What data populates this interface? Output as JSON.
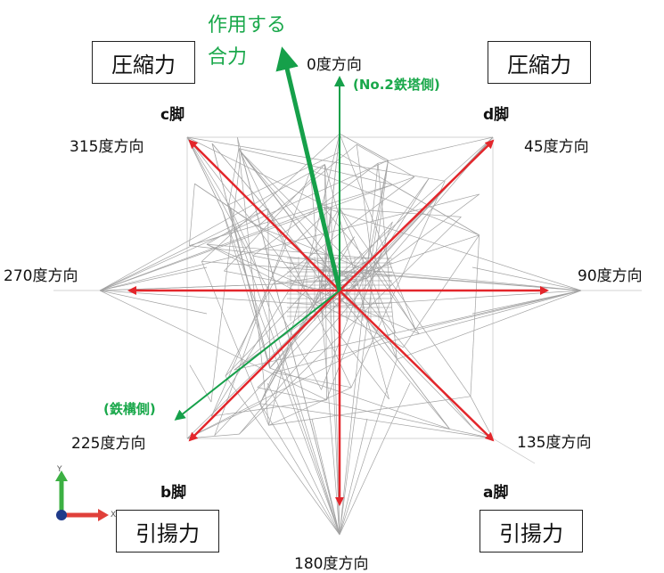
{
  "boxes": {
    "compression_left": "圧縮力",
    "compression_right": "圧縮力",
    "uplift_left": "引揚力",
    "uplift_right": "引揚力"
  },
  "resultant": {
    "line1": "作用する",
    "line2": "合力"
  },
  "directions": {
    "d0": "0度方向",
    "d45": "45度方向",
    "d90": "90度方向",
    "d135": "135度方向",
    "d180": "180度方向",
    "d225": "225度方向",
    "d270": "270度方向",
    "d315": "315度方向"
  },
  "legs": {
    "a": "a脚",
    "b": "b脚",
    "c": "c脚",
    "d": "d脚"
  },
  "green_labels": {
    "tower": "(No.2鉄塔側)",
    "steel": "(鉄構側)"
  },
  "axis_indicator": {
    "y": "Y",
    "x": "X"
  },
  "colors": {
    "red": "#e3262b",
    "green": "#16a04a",
    "lattice": "#9a9a9a",
    "axis_y": "#3cb043",
    "axis_x": "#e0403a",
    "axis_origin": "#1f3a8a"
  }
}
